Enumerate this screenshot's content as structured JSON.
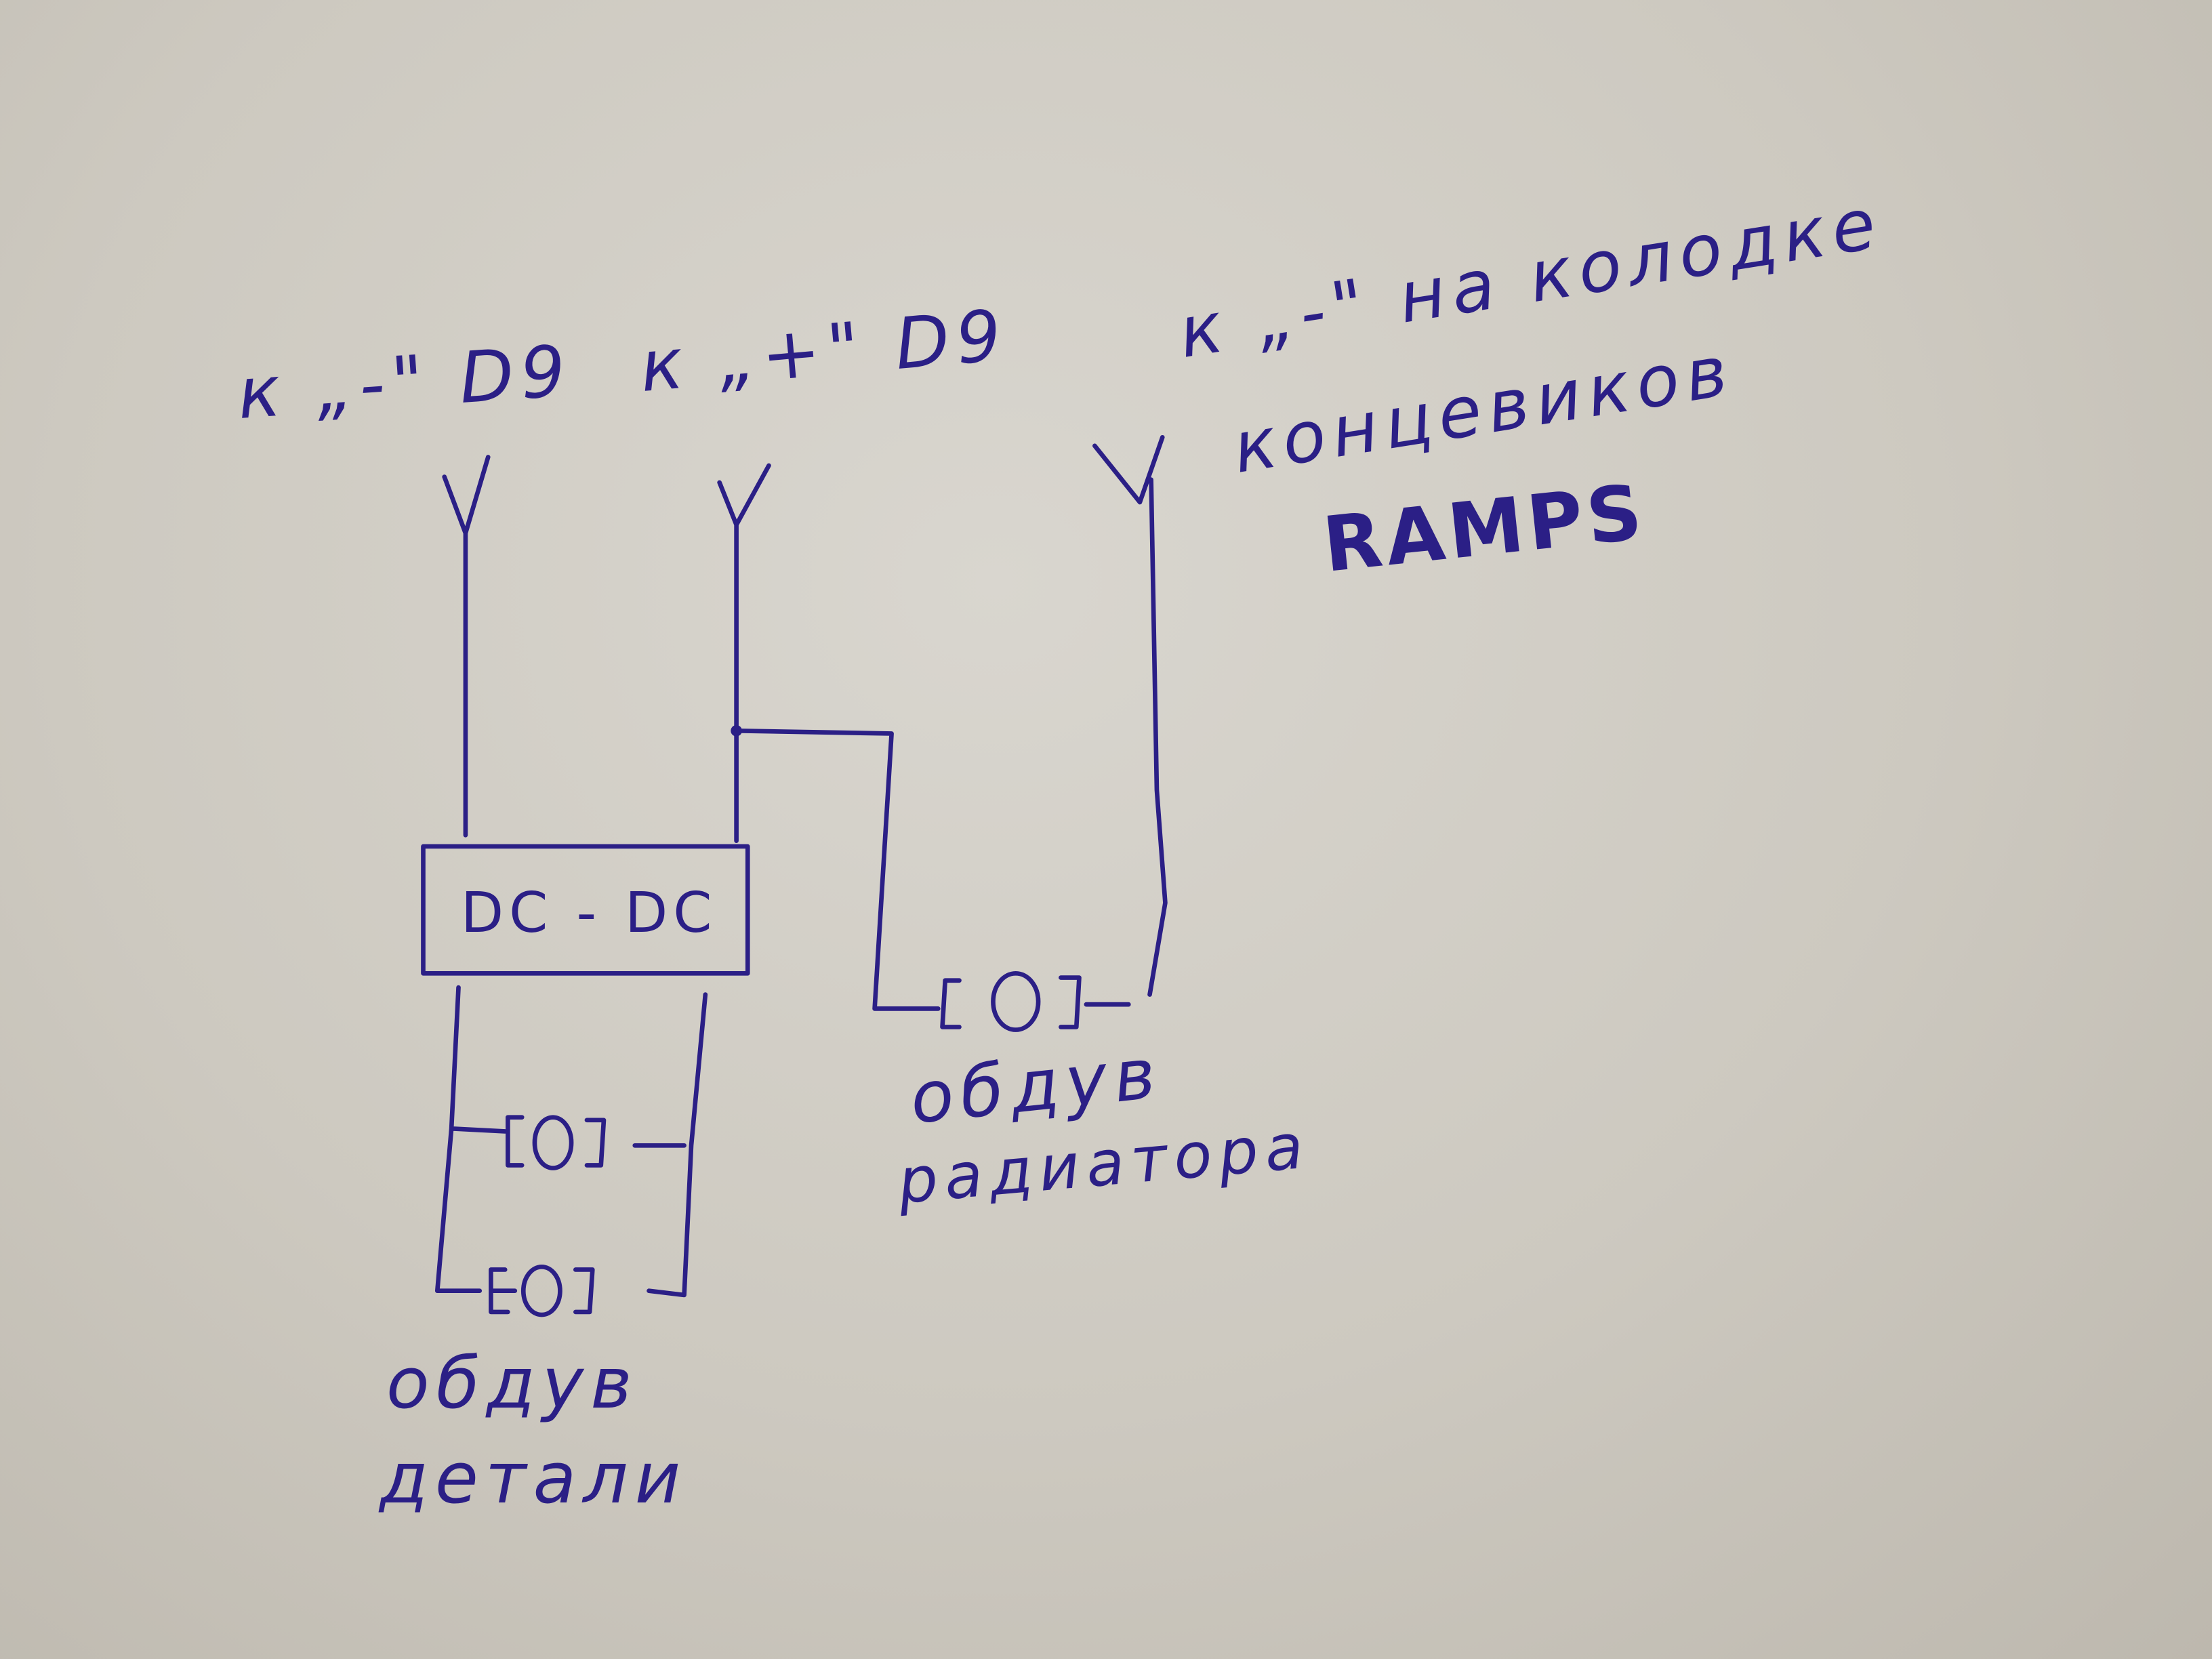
{
  "labels": {
    "dg_minus": "к „-\" D9",
    "dg_plus": "к „+\" D9",
    "ramps_line1": "к „-\" на колодке",
    "ramps_line2": "концевиков",
    "ramps_line3": "RAMPS",
    "converter": "DC - DC",
    "fan_part_line1": "обдув",
    "fan_part_line2": "детали",
    "fan_radiator_line1": "обдув",
    "fan_radiator_line2": "радиатора"
  },
  "colors": {
    "ink": "#2b1f86",
    "paper": "#d3cfc7"
  }
}
